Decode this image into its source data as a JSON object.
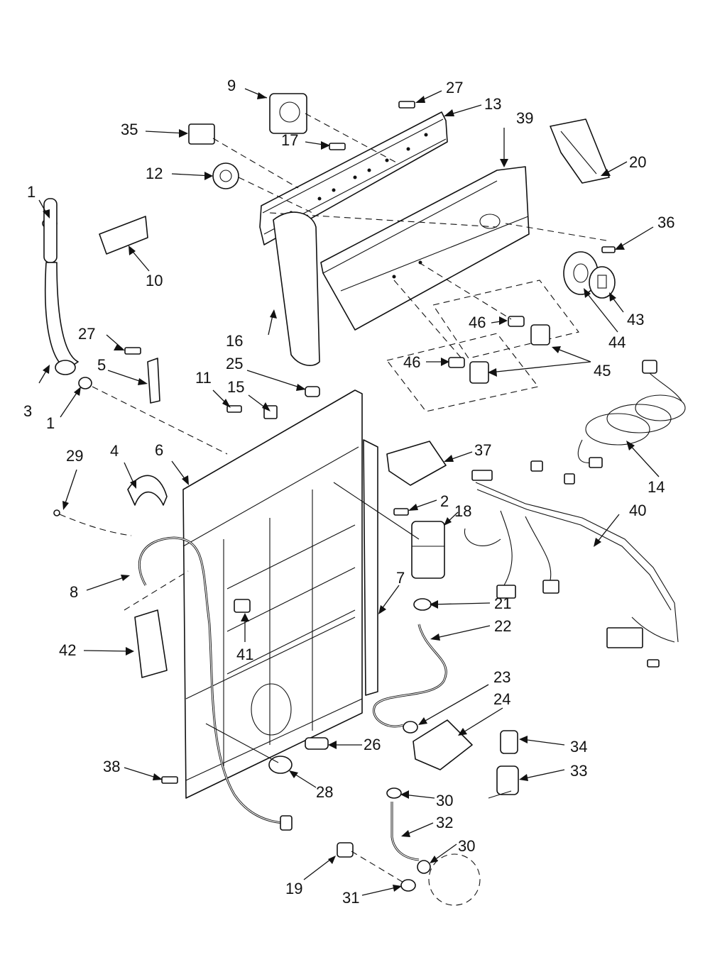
{
  "callouts": [
    {
      "id": "c1a",
      "text": "1"
    },
    {
      "id": "c1b",
      "text": "1"
    },
    {
      "id": "c2",
      "text": "2"
    },
    {
      "id": "c3",
      "text": "3"
    },
    {
      "id": "c4",
      "text": "4"
    },
    {
      "id": "c5",
      "text": "5"
    },
    {
      "id": "c6",
      "text": "6"
    },
    {
      "id": "c7",
      "text": "7"
    },
    {
      "id": "c8",
      "text": "8"
    },
    {
      "id": "c9",
      "text": "9"
    },
    {
      "id": "c10",
      "text": "10"
    },
    {
      "id": "c11",
      "text": "11"
    },
    {
      "id": "c12",
      "text": "12"
    },
    {
      "id": "c13",
      "text": "13"
    },
    {
      "id": "c14",
      "text": "14"
    },
    {
      "id": "c15",
      "text": "15"
    },
    {
      "id": "c16",
      "text": "16"
    },
    {
      "id": "c17",
      "text": "17"
    },
    {
      "id": "c18",
      "text": "18"
    },
    {
      "id": "c19",
      "text": "19"
    },
    {
      "id": "c20",
      "text": "20"
    },
    {
      "id": "c21",
      "text": "21"
    },
    {
      "id": "c22",
      "text": "22"
    },
    {
      "id": "c23",
      "text": "23"
    },
    {
      "id": "c24",
      "text": "24"
    },
    {
      "id": "c25",
      "text": "25"
    },
    {
      "id": "c26",
      "text": "26"
    },
    {
      "id": "c27a",
      "text": "27"
    },
    {
      "id": "c27b",
      "text": "27"
    },
    {
      "id": "c28",
      "text": "28"
    },
    {
      "id": "c29",
      "text": "29"
    },
    {
      "id": "c30a",
      "text": "30"
    },
    {
      "id": "c30b",
      "text": "30"
    },
    {
      "id": "c31",
      "text": "31"
    },
    {
      "id": "c32",
      "text": "32"
    },
    {
      "id": "c33",
      "text": "33"
    },
    {
      "id": "c34",
      "text": "34"
    },
    {
      "id": "c35",
      "text": "35"
    },
    {
      "id": "c36",
      "text": "36"
    },
    {
      "id": "c37",
      "text": "37"
    },
    {
      "id": "c38",
      "text": "38"
    },
    {
      "id": "c39",
      "text": "39"
    },
    {
      "id": "c40",
      "text": "40"
    },
    {
      "id": "c41",
      "text": "41"
    },
    {
      "id": "c42",
      "text": "42"
    },
    {
      "id": "c43",
      "text": "43"
    },
    {
      "id": "c44",
      "text": "44"
    },
    {
      "id": "c45",
      "text": "45"
    },
    {
      "id": "c46a",
      "text": "46"
    },
    {
      "id": "c46b",
      "text": "46"
    }
  ]
}
